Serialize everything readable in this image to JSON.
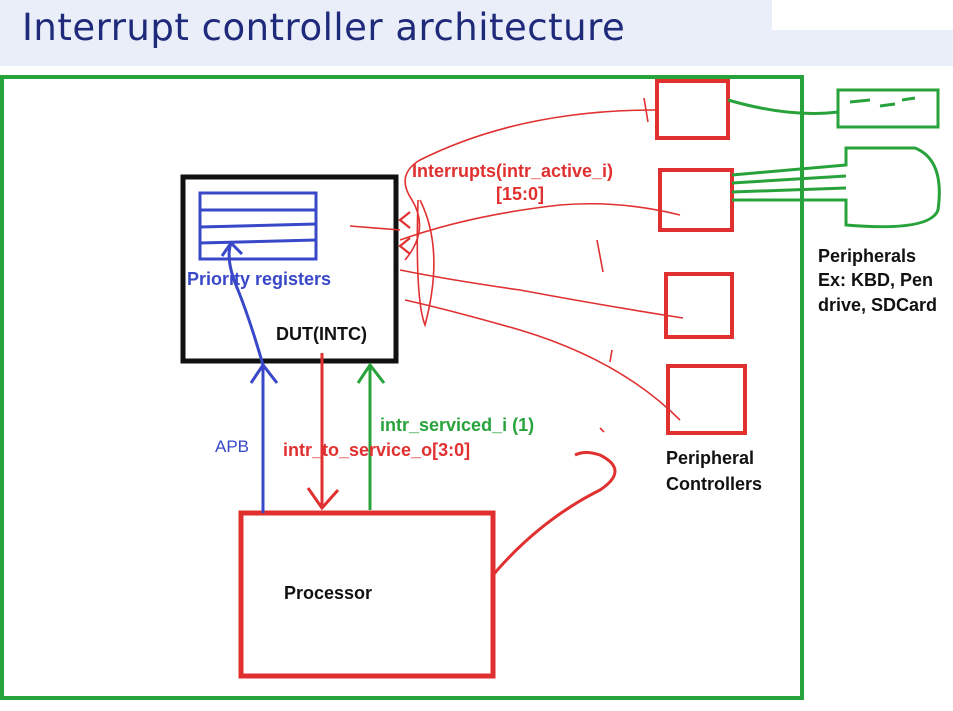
{
  "slide": {
    "title": "Interrupt controller architecture"
  },
  "labels": {
    "interrupts_line1": "Interrupts(intr_active_i)",
    "interrupts_line2": "[15:0]",
    "priority_registers": "Priority registers",
    "dut": "DUT(INTC)",
    "apb": "APB",
    "intr_to_service": "intr_to_service_o[3:0]",
    "intr_serviced": "intr_serviced_i (1)",
    "processor": "Processor",
    "peripherals_line1": "Peripherals",
    "peripherals_line2": "Ex: KBD, Pen",
    "peripherals_line3": "drive, SDCard",
    "peripheral_controllers_line1": "Peripheral",
    "peripheral_controllers_line2": "Controllers"
  },
  "colors": {
    "title_band": "#e9eef8",
    "title_text": "#1f2a7a",
    "red": "#e03030",
    "green": "#28a33c",
    "blue": "#3848c8",
    "black": "#111111"
  }
}
